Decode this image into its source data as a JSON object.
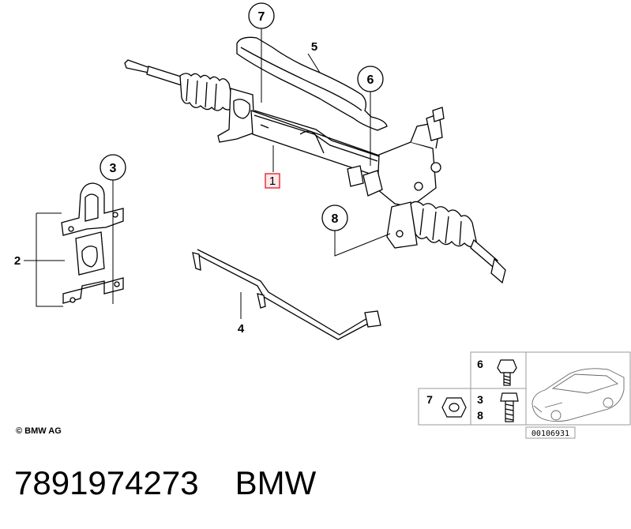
{
  "callouts": {
    "c1": "1",
    "c2": "2",
    "c3": "3",
    "c4": "4",
    "c5": "5",
    "c6": "6",
    "c7": "7",
    "c8": "8"
  },
  "legend": {
    "box6": "6",
    "box7": "7",
    "box38_top": "3",
    "box38_bottom": "8",
    "reference_number": "00106931"
  },
  "copyright": "© BMW AG",
  "footer": {
    "part_number": "7891974273",
    "brand": "BMW"
  },
  "colors": {
    "highlight": "#e8323c",
    "line": "#000000",
    "legend_border": "#999999"
  }
}
